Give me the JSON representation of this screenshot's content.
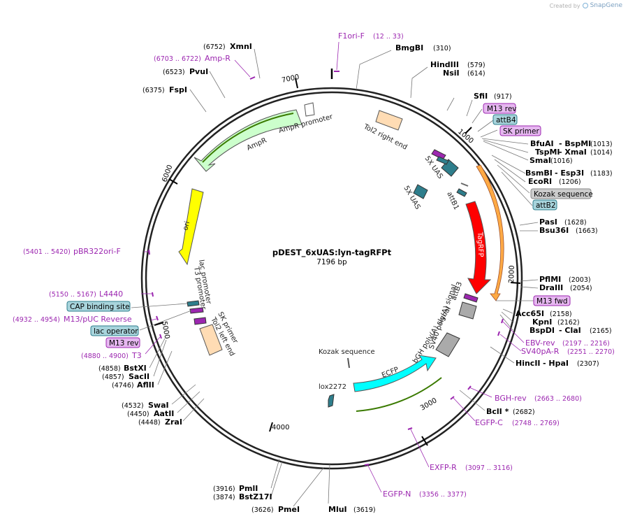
{
  "brand": {
    "created_by": "Created by",
    "name": "SnapGene"
  },
  "plasmid": {
    "name": "pDEST_6xUAS:lyn-tagRFPt",
    "size": "7196 bp"
  },
  "ticks": [
    "1000",
    "2000",
    "3000",
    "4000",
    "5000",
    "6000",
    "7000"
  ],
  "features": {
    "ampr": "AmpR",
    "ampr_promoter": "AmpR promoter",
    "ori": "ori",
    "tol2_right": "Tol2 right end",
    "uas_a": "5X UAS",
    "uas_b": "5X UAS",
    "attb1": "attB1",
    "tagrfp": "TagRFP",
    "sv40": "SV40 poly(A) signal",
    "attb3": "attB3",
    "bgh": "bGH poly(A) signal",
    "ecfp": "ECFP",
    "kozak_inner": "Kozak sequence",
    "lox": "lox2272",
    "t3_promoter": "T3 promoter",
    "lac_promoter": "lac promoter",
    "sk_primer_inner": "SK primer",
    "tol2_left": "Tol2 left end"
  },
  "colors": {
    "ampr": "#ccffcc",
    "ori": "#ffff00",
    "tagrfp": "#ff0000",
    "ecfp": "#00ffff",
    "grey": "#999999",
    "teal": "#2e7e8c",
    "tol2": "#ffdcb4",
    "primer": "#9c27b0"
  },
  "sites_right": [
    {
      "name": "BmgBI",
      "pos": "(310)"
    },
    {
      "name": "HindIII",
      "pos": "(579)"
    },
    {
      "name": "NsiI",
      "pos": "(614)"
    },
    {
      "name": "SfiI",
      "pos": "(917)"
    },
    {
      "name": "BfuAI",
      "alt": "- BspMI",
      "pos": "(1013)"
    },
    {
      "name": "TspMI",
      "alt": "- XmaI",
      "pos": "(1014)"
    },
    {
      "name": "SmaI",
      "pos": "(1016)"
    },
    {
      "name": "BsmBI",
      "alt": "- Esp3I",
      "pos": "(1183)"
    },
    {
      "name": "EcoRI",
      "pos": "(1206)"
    },
    {
      "name": "PasI",
      "pos": "(1628)"
    },
    {
      "name": "Bsu36I",
      "pos": "(1663)"
    },
    {
      "name": "PflMI",
      "pos": "(2003)"
    },
    {
      "name": "DraIII",
      "pos": "(2054)"
    },
    {
      "name": "Acc65I",
      "pos": "(2158)"
    },
    {
      "name": "KpnI",
      "pos": "(2162)"
    },
    {
      "name": "BspDI",
      "alt": "- ClaI",
      "pos": "(2165)"
    },
    {
      "name": "HincII",
      "alt": "- HpaI",
      "pos": "(2307)"
    },
    {
      "name": "BclI *",
      "pos": "(2682)"
    }
  ],
  "sites_bottom": [
    {
      "name": "MluI",
      "pos": "(3619)"
    },
    {
      "name": "PmeI",
      "pos": "(3626)"
    },
    {
      "name": "BstZ17I",
      "pos": "(3874)"
    },
    {
      "name": "PmlI",
      "pos": "(3916)"
    }
  ],
  "sites_left": [
    {
      "name": "ZraI",
      "pos": "(4448)"
    },
    {
      "name": "AatII",
      "pos": "(4450)"
    },
    {
      "name": "SwaI",
      "pos": "(4532)"
    },
    {
      "name": "AflII",
      "pos": "(4746)"
    },
    {
      "name": "SacII",
      "pos": "(4857)"
    },
    {
      "name": "BstXI",
      "pos": "(4858)"
    },
    {
      "name": "FspI",
      "pos": "(6375)"
    },
    {
      "name": "PvuI",
      "pos": "(6523)"
    },
    {
      "name": "XmnI",
      "pos": "(6752)"
    }
  ],
  "primers": [
    {
      "name": "F1ori-F",
      "range": "(12 .. 33)"
    },
    {
      "name": "Amp-R",
      "range": "(6703 .. 6722)"
    },
    {
      "name": "pBR322ori-F",
      "range": "(5401 .. 5420)"
    },
    {
      "name": "L4440",
      "range": "(5150 .. 5167)"
    },
    {
      "name": "M13/pUC Reverse",
      "range": "(4932 .. 4954)"
    },
    {
      "name": "T3",
      "range": "(4880 .. 4900)"
    },
    {
      "name": "EBV-rev",
      "range": "(2197 .. 2216)"
    },
    {
      "name": "SV40pA-R",
      "range": "(2251 .. 2270)"
    },
    {
      "name": "BGH-rev",
      "range": "(2663 .. 2680)"
    },
    {
      "name": "EGFP-C",
      "range": "(2748 .. 2769)"
    },
    {
      "name": "EXFP-R",
      "range": "(3097 .. 3116)"
    },
    {
      "name": "EGFP-N",
      "range": "(3356 .. 3377)"
    }
  ],
  "boxes_right": [
    {
      "label": "M13 rev",
      "kind": "primer"
    },
    {
      "label": "attB4",
      "kind": "teal"
    },
    {
      "label": "SK primer",
      "kind": "primer"
    },
    {
      "label": "Kozak sequence",
      "kind": "grey"
    },
    {
      "label": "attB2",
      "kind": "teal"
    },
    {
      "label": "M13 fwd",
      "kind": "primer"
    }
  ],
  "boxes_left": [
    {
      "label": "CAP binding site",
      "kind": "teal"
    },
    {
      "label": "lac operator",
      "kind": "teal"
    },
    {
      "label": "M13 rev",
      "kind": "primer"
    }
  ]
}
